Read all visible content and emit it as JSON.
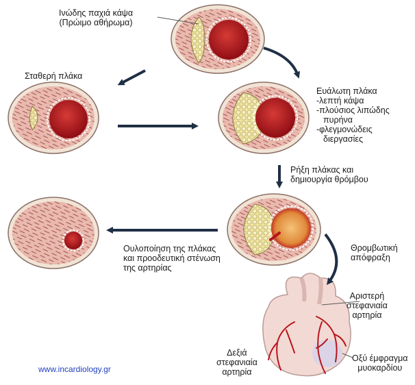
{
  "labels": {
    "fibrous_cap": [
      "Ινώδης παχιά κάψα",
      "(Πρώιμο αθήρωμα)"
    ],
    "stable_plaque": "Σταθερή πλάκα",
    "vulnerable_plaque": [
      "Ευάλωτη πλάκα",
      "-λεπτή κάψα",
      "-πλούσιος λιπώδης",
      "πυρήνα",
      "-φλεγμονώδεις",
      "διεργασίες"
    ],
    "rupture": [
      "Ρήξη πλάκας και",
      "δημιουργία θρόμβου"
    ],
    "healing": [
      "Ουλοποίηση της πλάκας",
      "και προοδευτική στένωση",
      "της αρτηρίας"
    ],
    "thrombotic": [
      "Θρομβωτική",
      "απόφραξη"
    ],
    "left_coronary": [
      "Αριστερή",
      "στεφανιαία",
      "αρτηρία"
    ],
    "right_coronary": [
      "Δεξιά",
      "στεφανιαία",
      "αρτηρία"
    ],
    "mi": [
      "Οξύ έμφραγμα",
      "μυοκαρδίου"
    ]
  },
  "footer": {
    "url": "www.incardiology.gr"
  },
  "colors": {
    "wall": "#e7b7ad",
    "lumen": "#b8141c",
    "lipid": "#ece29a",
    "fibre": "#9c4a4a",
    "outline": "#6e5a55",
    "arrow": "#1f2f45",
    "heart": "#f3d9d4",
    "url": "#1f3fbf"
  }
}
